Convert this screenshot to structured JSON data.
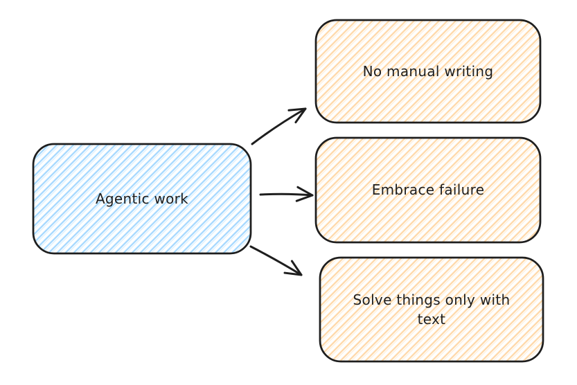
{
  "canvas": {
    "background": "#ffffff"
  },
  "colors": {
    "stroke": "#1e1e1e",
    "text": "#1e1e1e",
    "blue_hatch": "#a5d8ff",
    "orange_hatch": "#ffd8a8"
  },
  "nodes": {
    "source": {
      "label": "Agentic work"
    },
    "no_manual_writing": {
      "label": "No manual writing"
    },
    "embrace_failure": {
      "label": "Embrace failure"
    },
    "solve_with_text": {
      "line1": "Solve things only with",
      "line2": "text"
    }
  },
  "edges": [
    {
      "from": "Agentic work",
      "to": "No manual writing"
    },
    {
      "from": "Agentic work",
      "to": "Embrace failure"
    },
    {
      "from": "Agentic work",
      "to": "Solve things only with text"
    }
  ]
}
